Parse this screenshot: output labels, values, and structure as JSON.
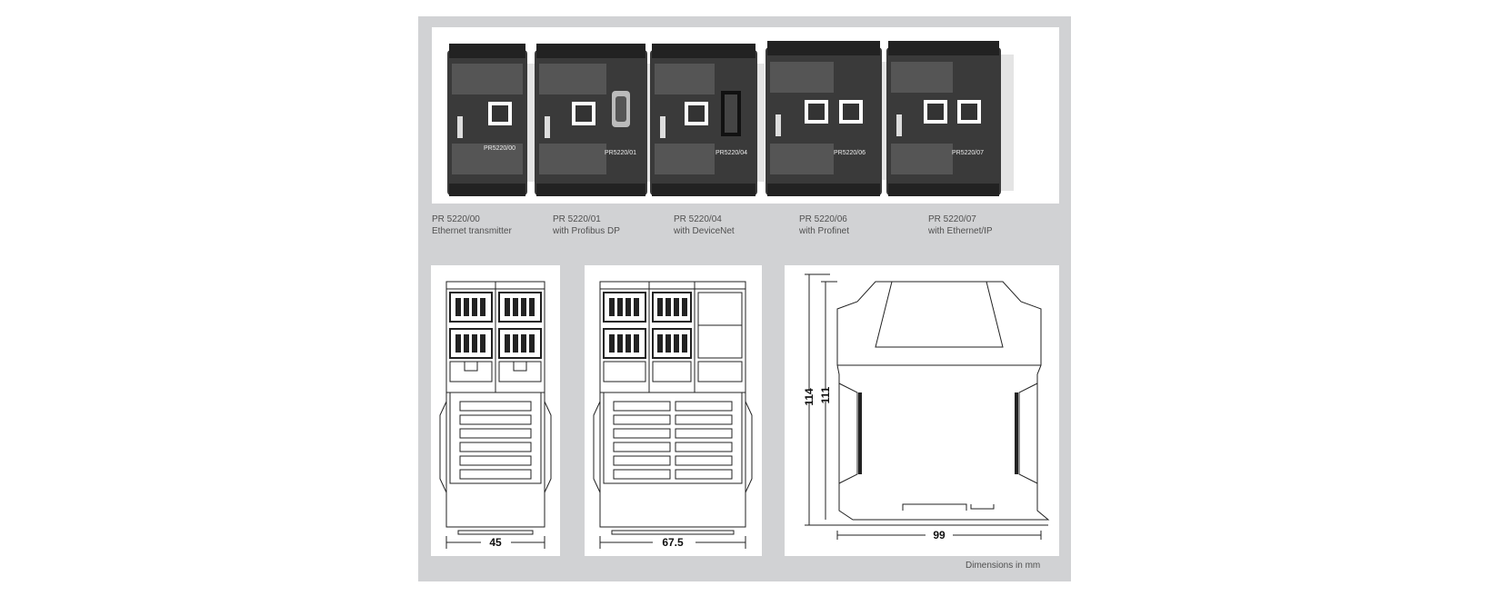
{
  "modules": [
    {
      "code": "PR 5220/00",
      "desc": "Ethernet transmitter",
      "label": "PR5220/00"
    },
    {
      "code": "PR 5220/01",
      "desc": "with Profibus DP",
      "label": "PR5220/01"
    },
    {
      "code": "PR 5220/04",
      "desc": "with DeviceNet",
      "label": "PR5220/04"
    },
    {
      "code": "PR 5220/06",
      "desc": "with Profinet",
      "label": "PR5220/06"
    },
    {
      "code": "PR 5220/07",
      "desc": "with Ethernet/IP",
      "label": "PR5220/07"
    }
  ],
  "dimensions": {
    "width_small": "45",
    "width_large": "67.5",
    "depth": "99",
    "height_total": "114",
    "height_body": "111",
    "note": "Dimensions in mm"
  },
  "colors": {
    "panel": "#d1d2d4",
    "module_body": "#3a3a3a",
    "terminal": "#2a2a2a"
  }
}
